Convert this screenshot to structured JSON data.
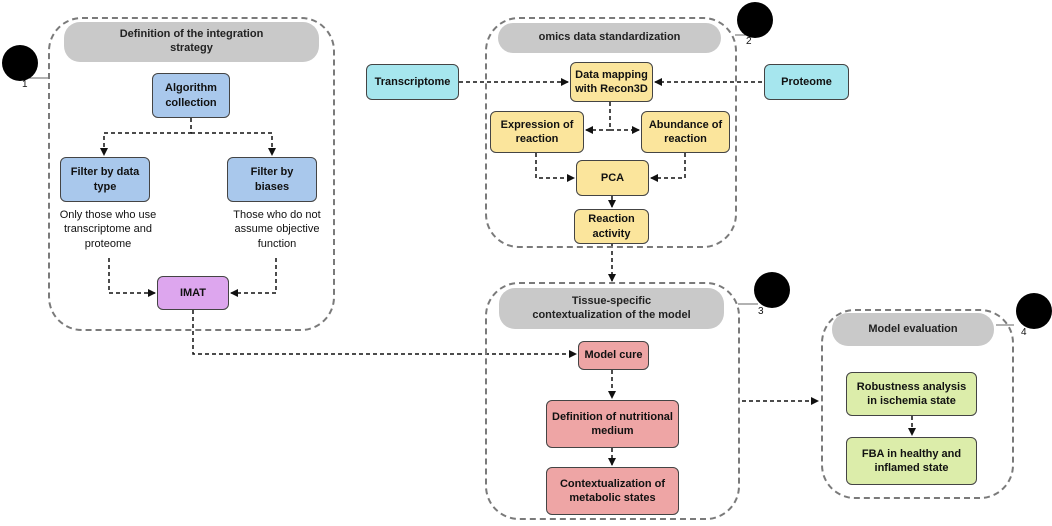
{
  "panels": {
    "integration": {
      "number": "1",
      "header": "Definition of the integration\nstrategy"
    },
    "omics": {
      "number": "2",
      "header": "omics data standardization"
    },
    "tissue": {
      "number": "3",
      "header": "Tissue-specific\ncontextualization of the model"
    },
    "evaluation": {
      "number": "4",
      "header": "Model evaluation"
    }
  },
  "nodes": {
    "algorithm": "Algorithm\ncollection",
    "filter_data": "Filter by data\ntype",
    "filter_bias": "Filter by\nbiases",
    "imat": "IMAT",
    "transcriptome": "Transcriptome",
    "proteome": "Proteome",
    "mapping": "Data mapping\nwith Recon3D",
    "expression": "Expression of\nreaction",
    "abundance": "Abundance of\nreaction",
    "pca": "PCA",
    "activity": "Reaction\nactivity",
    "cure": "Model cure",
    "medium": "Definition of nutritional\nmedium",
    "context": "Contextualization of\nmetabolic states",
    "robustness": "Robustness analysis\nin ischemia state",
    "fba": "FBA in healthy and\ninflamed state"
  },
  "notes": {
    "data_note": "Only those who use\ntranscriptome and\nproteome",
    "bias_note": "Those who do not\nassume objective\nfunction"
  },
  "colors": {
    "blue": "#a9c8ec",
    "cyan": "#a6e6ee",
    "yellow": "#fbe59c",
    "purple": "#dda6ee",
    "red": "#eea5a5",
    "green": "#dcedaa",
    "header_gray": "#c9c9c9",
    "dashed_border": "#7a7a7a"
  }
}
